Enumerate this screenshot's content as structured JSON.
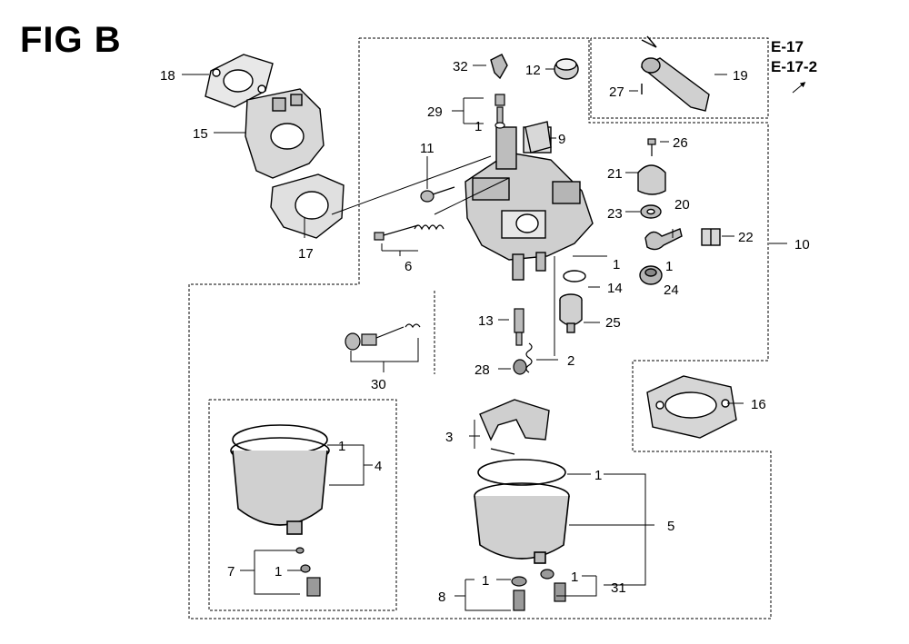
{
  "figure": {
    "title": "FIG B",
    "refs": [
      "E-17",
      "E-17-2"
    ]
  },
  "labels": {
    "p1": "1",
    "p2": "2",
    "p3": "3",
    "p4": "4",
    "p5": "5",
    "p6": "6",
    "p7": "7",
    "p8": "8",
    "p9": "9",
    "p10": "10",
    "p11": "11",
    "p12": "12",
    "p13": "13",
    "p14": "14",
    "p15": "15",
    "p16": "16",
    "p17": "17",
    "p18": "18",
    "p19": "19",
    "p20": "20",
    "p21": "21",
    "p22": "22",
    "p23": "23",
    "p24": "24",
    "p25": "25",
    "p26": "26",
    "p27": "27",
    "p28": "28",
    "p29": "29",
    "p30": "30",
    "p31": "31",
    "p32": "32"
  },
  "colors": {
    "ink": "#000000",
    "background": "#ffffff",
    "shade": "#9a9a9a"
  }
}
